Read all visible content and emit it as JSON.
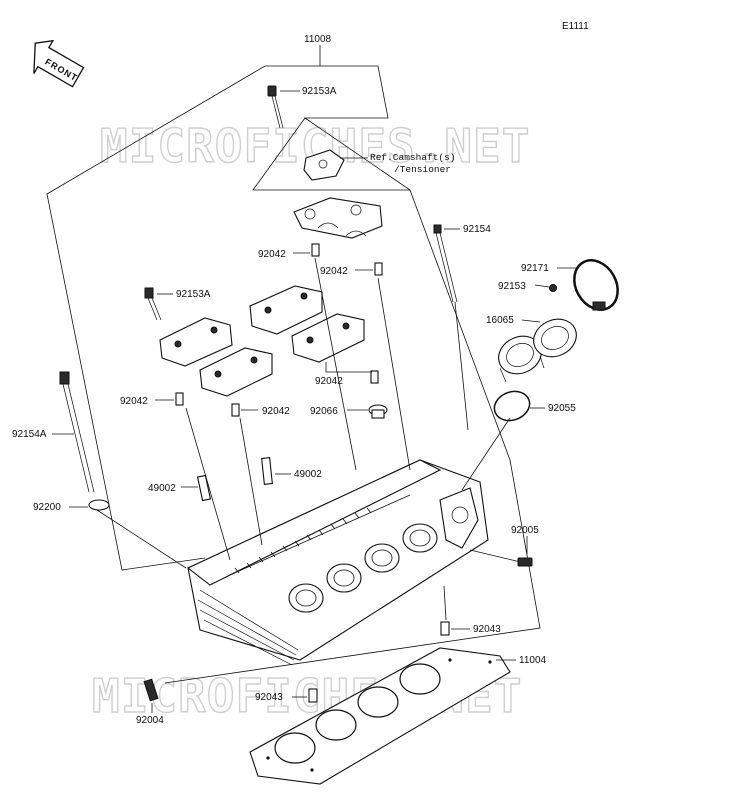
{
  "diagram_id": "E1111",
  "front_label": "FRONT",
  "watermark": "MICROFICHES.NET",
  "callouts": {
    "c11008": "11008",
    "c92153A_top": "92153A",
    "ref_line1": "Ref.Camshaft(s)",
    "ref_line2": "/Tensioner",
    "c92154": "92154",
    "c92171": "92171",
    "c92153": "92153",
    "c16065": "16065",
    "c92153A_mid": "92153A",
    "c92042_a": "92042",
    "c92042_b": "92042",
    "c92042_c": "92042",
    "c92042_d": "92042",
    "c92042_e": "92042",
    "c92066": "92066",
    "c92055": "92055",
    "c92154A": "92154A",
    "c49002_a": "49002",
    "c49002_b": "49002",
    "c92200": "92200",
    "c92005": "92005",
    "c92043_a": "92043",
    "c11004": "11004",
    "c92043_b": "92043",
    "c92004": "92004"
  }
}
